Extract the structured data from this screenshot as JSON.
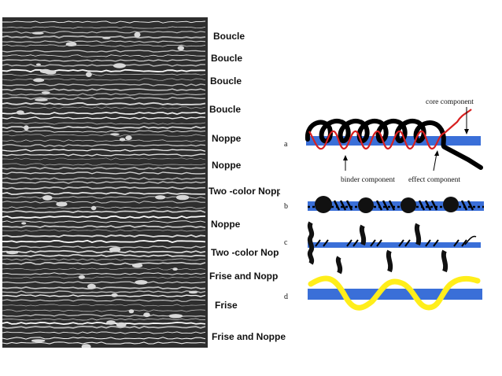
{
  "yarn_labels": [
    "Boucle",
    "Boucle",
    "Boucle",
    "Boucle",
    "Noppe",
    "Noppe",
    "Two -color Nopp",
    "Noppe",
    "Two -color Nop",
    "Frise and Noppe",
    "Frise",
    "Frise and Noppe"
  ],
  "diagram": {
    "panel_letters": [
      "a",
      "b",
      "c",
      "d"
    ],
    "annotations": {
      "core": "core component",
      "binder": "binder component",
      "effect": "effect component"
    }
  },
  "colors": {
    "core_blue": "#3a6fd8",
    "binder_red": "#d82020",
    "effect_black": "#000000",
    "frise_yellow": "#ffee1a",
    "photo_background": "#2e2e2e"
  }
}
